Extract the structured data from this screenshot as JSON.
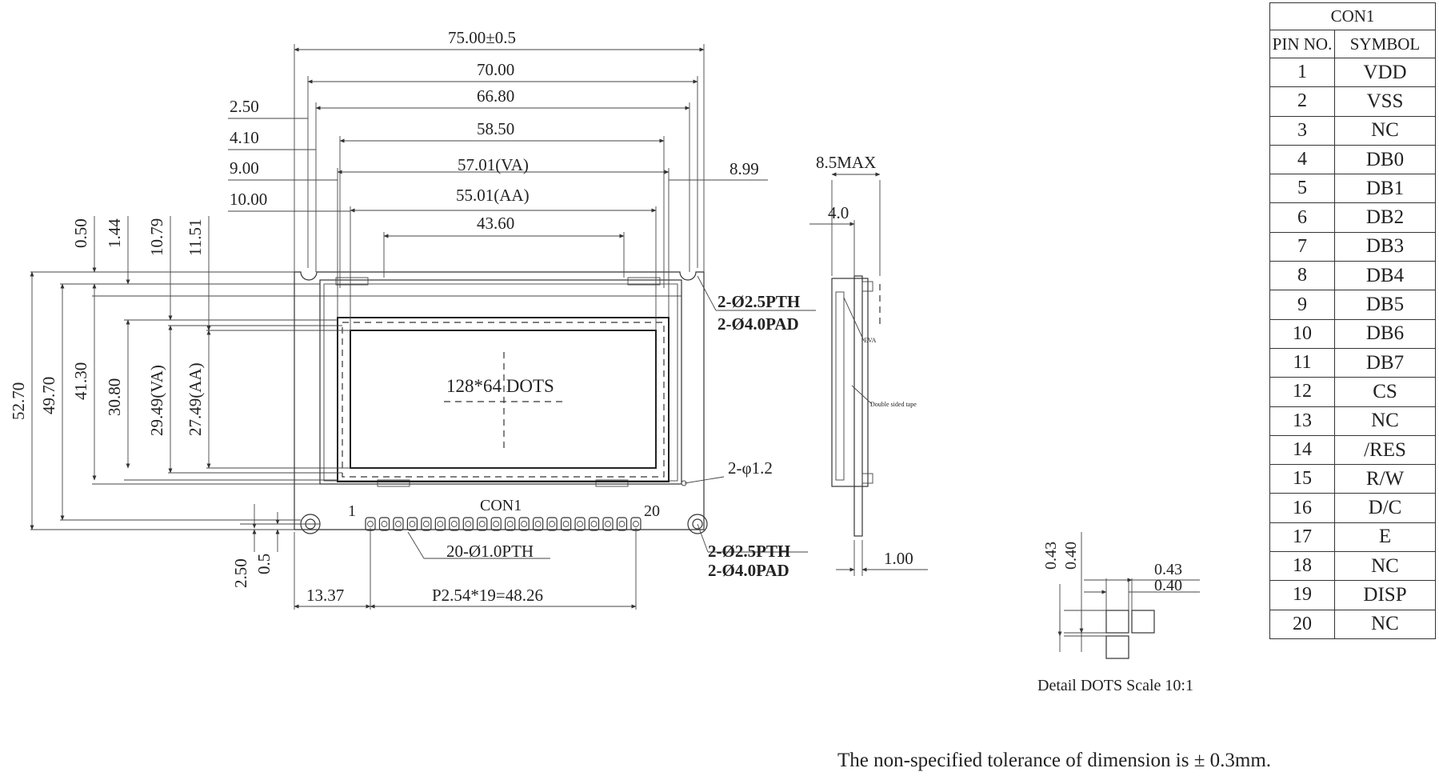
{
  "dimensions": {
    "width_outer": "75.00±0.5",
    "width_pcb": "70.00",
    "width_holes": "66.80",
    "width_bezel": "58.50",
    "width_va": "57.01(VA)",
    "width_aa": "55.01(AA)",
    "width_bottom_tab": "43.60",
    "left_offset_1": "2.50",
    "left_offset_2": "4.10",
    "left_offset_3": "9.00",
    "left_offset_4": "10.00",
    "right_offset": "8.99",
    "top_offset_1": "0.50",
    "top_offset_2": "1.44",
    "top_offset_3": "10.79",
    "top_offset_4": "11.51",
    "height_total": "52.70",
    "height_2": "49.70",
    "height_3": "41.30",
    "height_4": "30.80",
    "height_va": "29.49(VA)",
    "height_aa": "27.49(AA)",
    "bottom_offset_1": "2.50",
    "bottom_offset_2": "0.5",
    "pin_offset": "13.37",
    "pin_pitch": "P2.54*19=48.26",
    "side_max": "8.5MAX",
    "side_depth": "4.0",
    "side_pcb": "1.00",
    "detail_h1": "0.43",
    "detail_h2": "0.40",
    "detail_w1": "0.43",
    "detail_w2": "0.40"
  },
  "labels": {
    "dots": "128*64 DOTS",
    "connector": "CON1",
    "pin_first": "1",
    "pin_last": "20",
    "pins_note": "20-Ø1.0PTH",
    "holes_top_pth": "2-Ø2.5PTH",
    "holes_top_pad": "2-Ø4.0PAD",
    "holes_bottom_pth": "2-Ø2.5PTH",
    "holes_bottom_pad": "2-Ø4.0PAD",
    "small_holes": "2-φ1.2",
    "eva": "EVA",
    "tape": "Double sided tape",
    "detail_caption": "Detail DOTS  Scale 10:1",
    "tolerance_note": "The non-specified tolerance of dimension is  ±  0.3mm."
  },
  "pin_table": {
    "caption": "CON1",
    "headers": [
      "PIN NO.",
      "SYMBOL"
    ],
    "rows": [
      [
        "1",
        "VDD"
      ],
      [
        "2",
        "VSS"
      ],
      [
        "3",
        "NC"
      ],
      [
        "4",
        "DB0"
      ],
      [
        "5",
        "DB1"
      ],
      [
        "6",
        "DB2"
      ],
      [
        "7",
        "DB3"
      ],
      [
        "8",
        "DB4"
      ],
      [
        "9",
        "DB5"
      ],
      [
        "10",
        "DB6"
      ],
      [
        "11",
        "DB7"
      ],
      [
        "12",
        "CS"
      ],
      [
        "13",
        "NC"
      ],
      [
        "14",
        "/RES"
      ],
      [
        "15",
        "R/W"
      ],
      [
        "16",
        "D/C"
      ],
      [
        "17",
        "E"
      ],
      [
        "18",
        "NC"
      ],
      [
        "19",
        "DISP"
      ],
      [
        "20",
        "NC"
      ]
    ]
  }
}
